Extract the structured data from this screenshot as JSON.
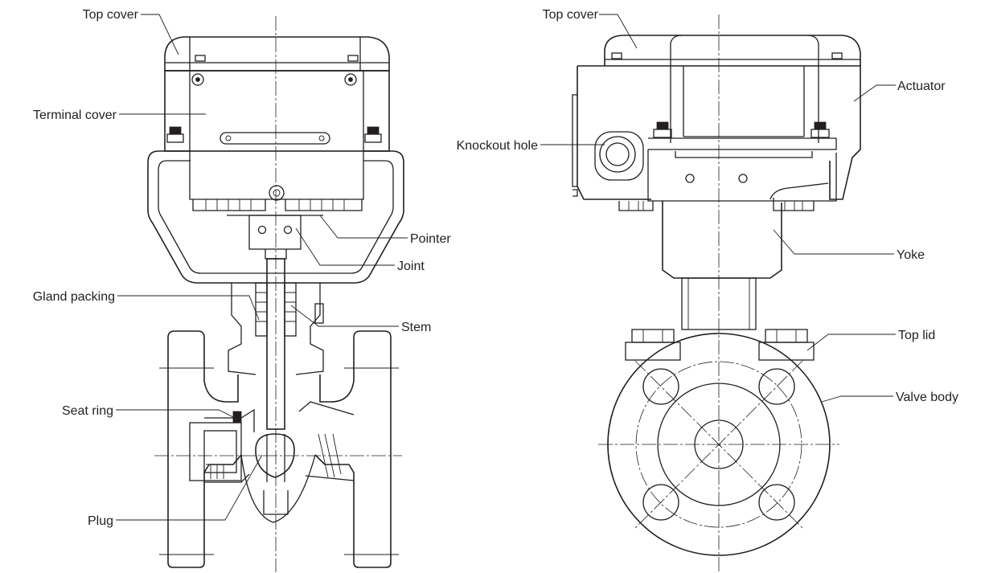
{
  "left_view": {
    "labels": {
      "top_cover": "Top cover",
      "terminal_cover": "Terminal cover",
      "pointer": "Pointer",
      "joint": "Joint",
      "gland_packing": "Gland packing",
      "stem": "Stem",
      "seat_ring": "Seat ring",
      "plug": "Plug"
    }
  },
  "right_view": {
    "labels": {
      "top_cover": "Top cover",
      "actuator": "Actuator",
      "knockout_hole": "Knockout hole",
      "yoke": "Yoke",
      "top_lid": "Top lid",
      "valve_body": "Valve body"
    }
  },
  "colors": {
    "line": "#231f20",
    "background": "#ffffff"
  }
}
